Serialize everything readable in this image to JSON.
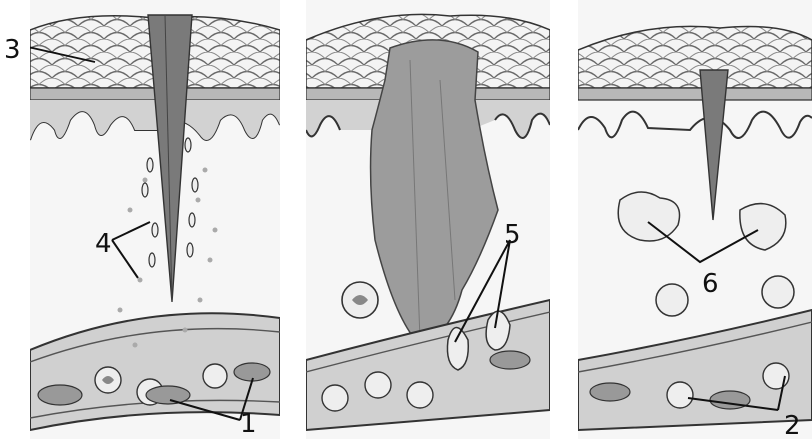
{
  "figure": {
    "panels": [
      {
        "id": "panel-1"
      },
      {
        "id": "panel-2"
      },
      {
        "id": "panel-3"
      }
    ],
    "labels": {
      "l1": "1",
      "l2": "2",
      "l3": "3",
      "l4": "4",
      "l5": "5",
      "l6": "6"
    }
  }
}
